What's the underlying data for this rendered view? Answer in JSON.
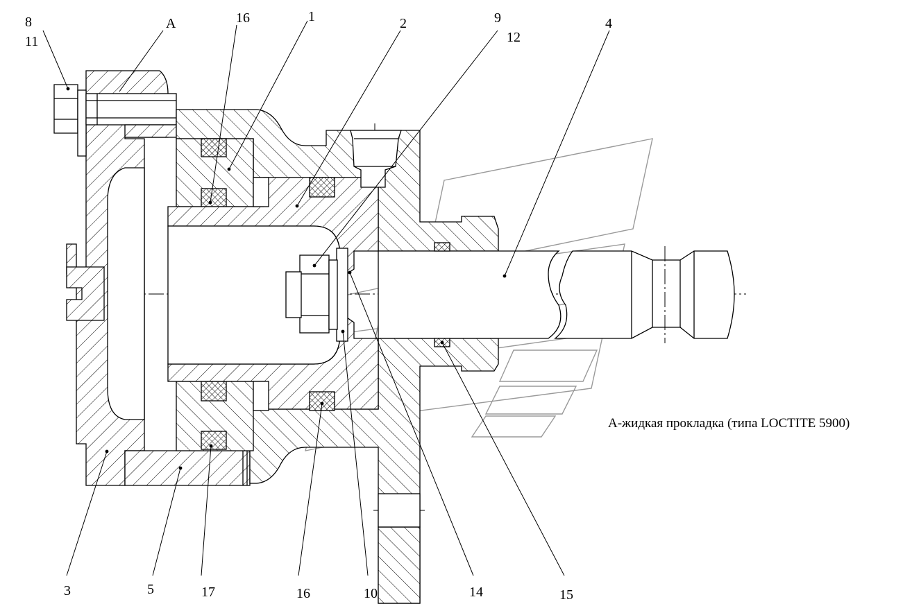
{
  "labels": {
    "l8": "8",
    "l11": "11",
    "lA": "A",
    "l16_top": "16",
    "l1": "1",
    "l2": "2",
    "l9": "9",
    "l12": "12",
    "l4": "4",
    "l3": "3",
    "l5": "5",
    "l17": "17",
    "l16_bottom": "16",
    "l10": "10",
    "l14": "14",
    "l15": "15"
  },
  "note": "А-жидкая прокладка  (типа LOCTITE 5900)",
  "colors": {
    "line": "#000000",
    "watermark": "#9a9a9a",
    "background": "#ffffff"
  }
}
